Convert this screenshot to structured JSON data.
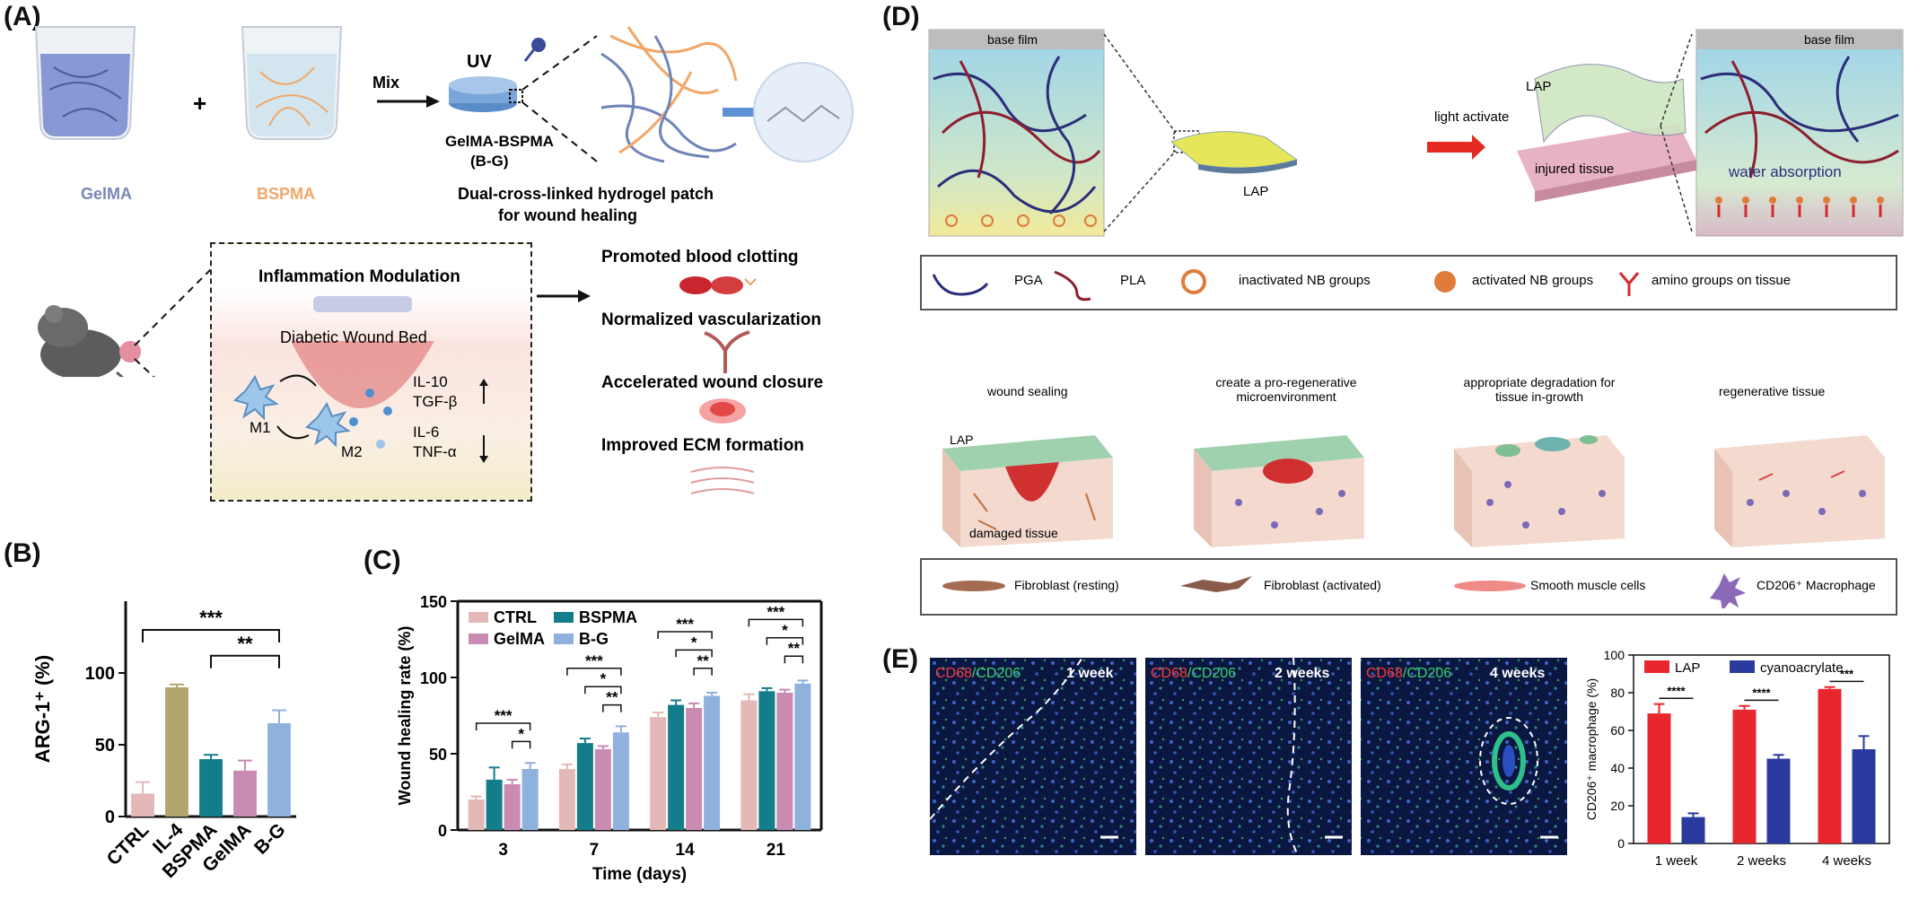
{
  "panels": {
    "a": {
      "label": "(A)",
      "gelma": "GelMA",
      "bspma": "BSPMA",
      "plus": "+",
      "mix": "Mix",
      "uv": "UV",
      "bg_line1": "GelMA-BSPMA",
      "bg_line2": "(B-G)",
      "patch_line1": "Dual-cross-linked hydrogel patch",
      "patch_line2": "for wound healing",
      "inflammation_title": "Inflammation Modulation",
      "wound_bed": "Diabetic Wound Bed",
      "m1": "M1",
      "m2": "M2",
      "il10": "IL-10",
      "tgfb": "TGF-β",
      "il6": "IL-6",
      "tnfa": "TNF-α",
      "outcomes": [
        "Promoted blood clotting",
        "Normalized vascularization",
        "Accelerated  wound closure",
        "Improved ECM formation"
      ]
    },
    "b": {
      "label": "(B)"
    },
    "c": {
      "label": "(C)"
    },
    "d": {
      "label": "(D)",
      "base_film": "base film",
      "lap": "LAP",
      "light_activate": "light activate",
      "injured_tissue": "injured tissue",
      "water_absorption": "water absorption",
      "legend1": [
        "PGA",
        "PLA",
        "inactivated NB groups",
        "activated NB groups",
        "amino groups on tissue"
      ],
      "stages": [
        "wound sealing",
        "create  a pro-regenerative microenvironment",
        "appropriate degradation for tissue in-growth",
        "regenerative tissue"
      ],
      "damaged_tissue": "damaged tissue",
      "legend2": [
        "Fibroblast (resting)",
        "Fibroblast (activated)",
        "Smooth muscle cells",
        "CD206⁺ Macrophage"
      ]
    },
    "e": {
      "label": "(E)",
      "stain_red": "CD68",
      "stain_green": "/CD206",
      "times": [
        "1 week",
        "2 weeks",
        "4 weeks"
      ]
    }
  },
  "chart_data": [
    {
      "type": "bar",
      "panel": "B",
      "categories": [
        "CTRL",
        "IL-4",
        "BSPMA",
        "GelMA",
        "B-G"
      ],
      "values": [
        16,
        90,
        40,
        32,
        65
      ],
      "errors": [
        8,
        2,
        3,
        7,
        9
      ],
      "colors": [
        "#e3b8b6",
        "#b3a56e",
        "#137d8a",
        "#c98bb2",
        "#8fb1dd"
      ],
      "ylabel": "ARG-1⁺ (%)",
      "ylim": [
        0,
        150
      ],
      "yticks": [
        0,
        50,
        100
      ],
      "significance": [
        {
          "from": "CTRL",
          "to": "B-G",
          "label": "***"
        },
        {
          "from": "BSPMA",
          "to": "B-G",
          "label": "**"
        }
      ]
    },
    {
      "type": "bar",
      "panel": "C",
      "categories": [
        "3",
        "7",
        "14",
        "21"
      ],
      "series": [
        {
          "name": "CTRL",
          "color": "#e3b8b6",
          "values": [
            20,
            40,
            74,
            85
          ],
          "errors": [
            2,
            3,
            3,
            4
          ]
        },
        {
          "name": "BSPMA",
          "color": "#137d8a",
          "values": [
            33,
            57,
            82,
            91
          ],
          "errors": [
            8,
            3,
            3,
            2
          ]
        },
        {
          "name": "GelMA",
          "color": "#c98bb2",
          "values": [
            30,
            53,
            80,
            90
          ],
          "errors": [
            3,
            2,
            3,
            2
          ]
        },
        {
          "name": "B-G",
          "color": "#8fb1dd",
          "values": [
            40,
            64,
            88,
            96
          ],
          "errors": [
            4,
            4,
            2,
            2
          ]
        }
      ],
      "xlabel": "Time (days)",
      "ylabel": "Wound healing rate (%)",
      "ylim": [
        0,
        150
      ],
      "yticks": [
        0,
        50,
        100,
        150
      ],
      "significance_labels": [
        "***",
        "*",
        "***",
        "*",
        "**",
        "***",
        "*",
        "**",
        "***",
        "*",
        "**"
      ]
    },
    {
      "type": "bar",
      "panel": "E",
      "categories": [
        "1 week",
        "2 weeks",
        "4 weeks"
      ],
      "series": [
        {
          "name": "LAP",
          "color": "#e8262e",
          "values": [
            69,
            71,
            82
          ],
          "errors": [
            5,
            2,
            1
          ]
        },
        {
          "name": "cyanoacrylate",
          "color": "#2a3a9e",
          "values": [
            14,
            45,
            50
          ],
          "errors": [
            2,
            2,
            7
          ]
        }
      ],
      "ylabel": "CD206⁺ macrophage (%)",
      "ylim": [
        0,
        100
      ],
      "yticks": [
        0,
        20,
        40,
        60,
        80,
        100
      ],
      "significance": [
        "****",
        "****",
        "***"
      ]
    }
  ]
}
